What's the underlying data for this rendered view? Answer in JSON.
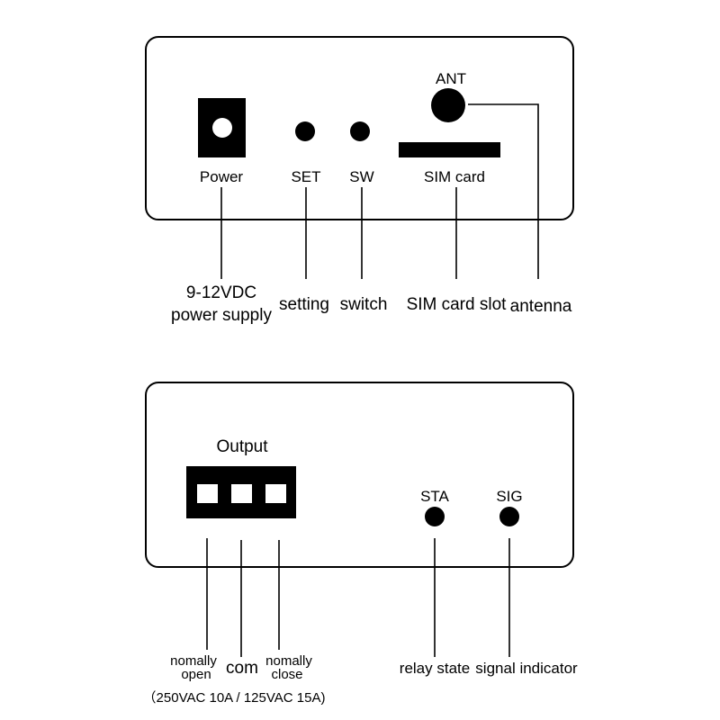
{
  "top_panel": {
    "power_label": "Power",
    "set_label": "SET",
    "sw_label": "SW",
    "sim_label": "SIM card",
    "ant_label": "ANT"
  },
  "top_callouts": {
    "power_line1": "9-12VDC",
    "power_line2": "power  supply",
    "setting": "setting",
    "switch": "switch",
    "sim_slot": "SIM card slot",
    "antenna": "antenna"
  },
  "bottom_panel": {
    "output_label": "Output",
    "sta_label": "STA",
    "sig_label": "SIG"
  },
  "bottom_callouts": {
    "nomally_open_line1": "nomally",
    "nomally_open_line2": "open",
    "com": "com",
    "nomally_close_line1": "nomally",
    "nomally_close_line2": "close",
    "relay_state": "relay state",
    "signal_indicator": "signal indicator",
    "rating": "（250VAC 10A / 125VAC 15A)"
  }
}
